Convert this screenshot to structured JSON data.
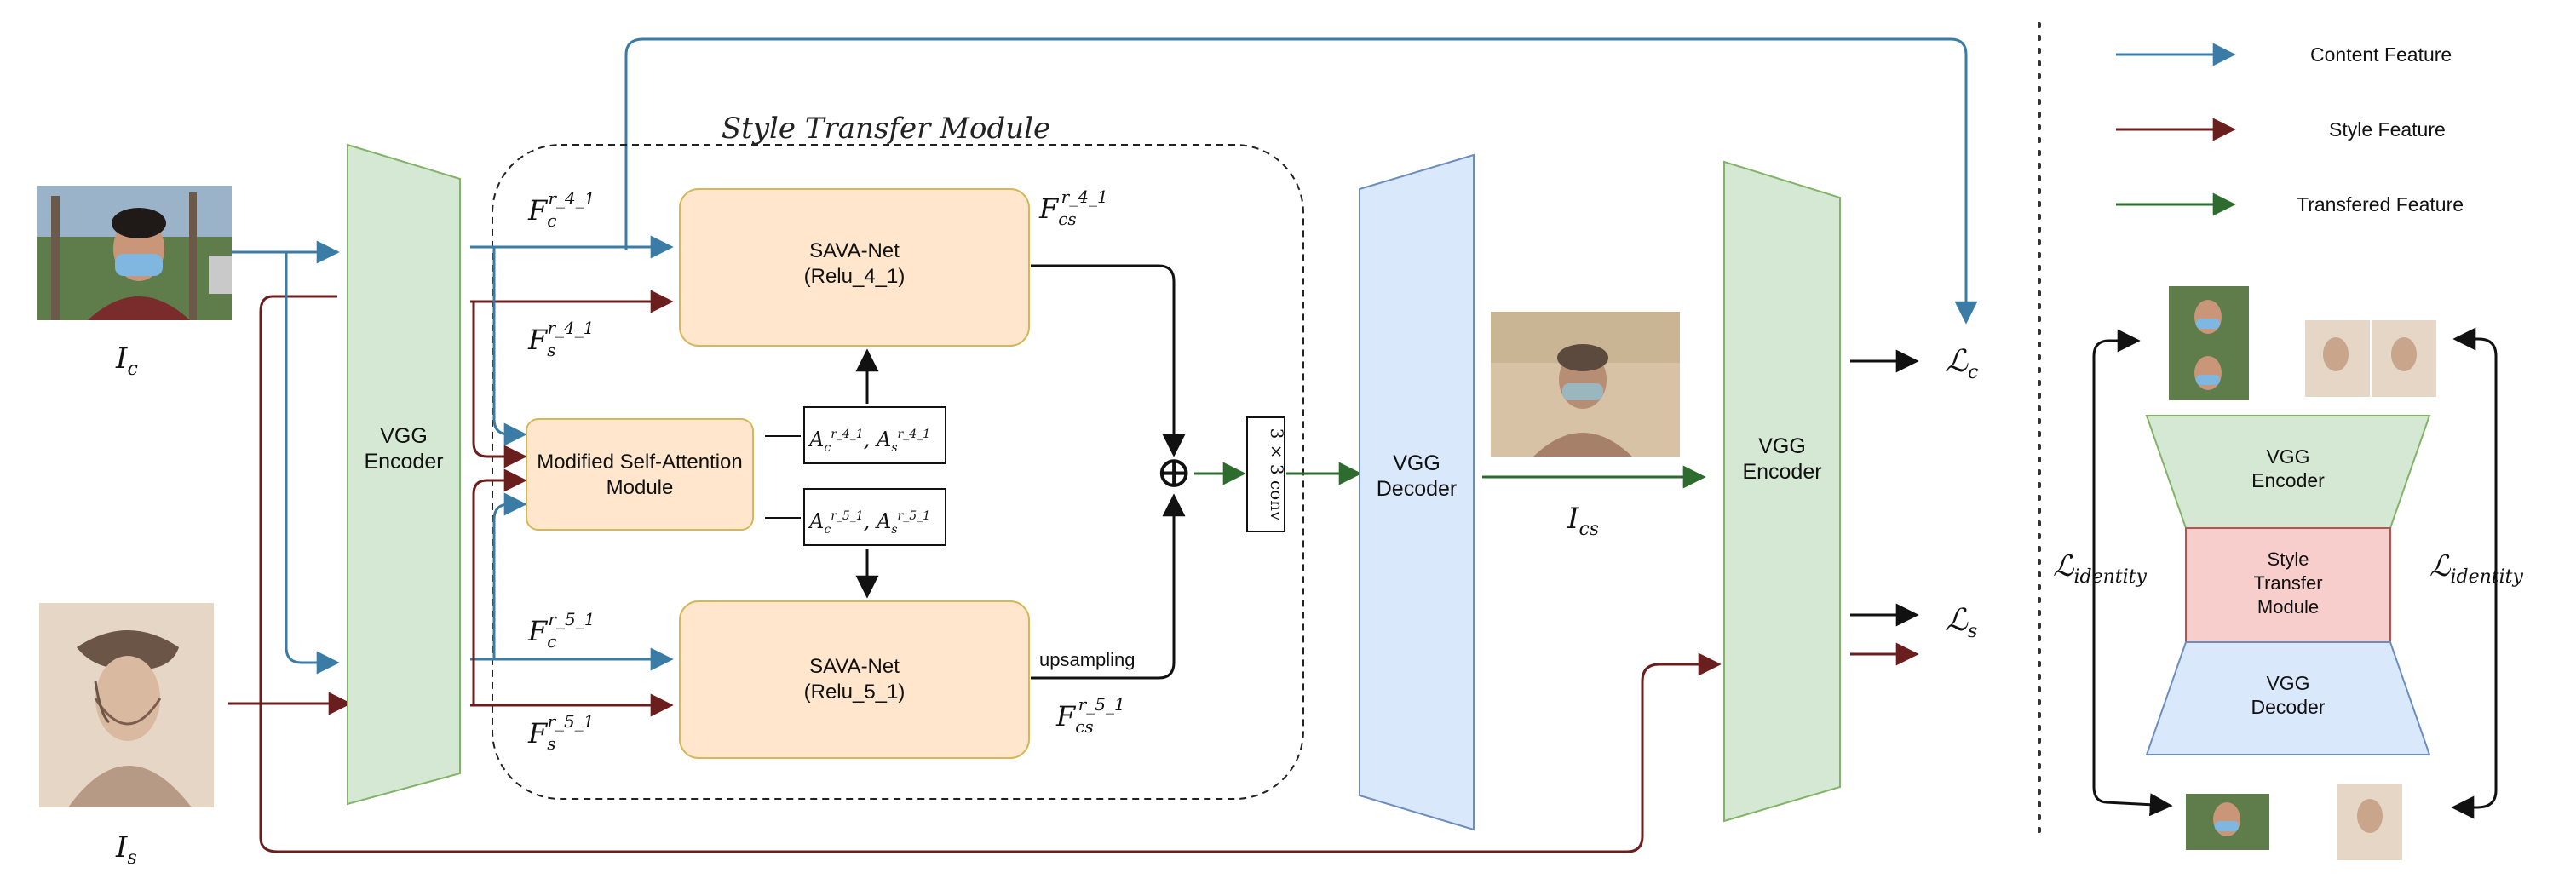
{
  "module_title": "Style Transfer Module",
  "inputs": {
    "content_label": "I",
    "content_sub": "c",
    "style_label": "I",
    "style_sub": "s"
  },
  "encoder1": {
    "line1": "VGG",
    "line2": "Encoder"
  },
  "features": {
    "fc41": {
      "base": "F",
      "sub": "c",
      "sup": "r_4_1"
    },
    "fs41": {
      "base": "F",
      "sub": "s",
      "sup": "r_4_1"
    },
    "fc51": {
      "base": "F",
      "sub": "c",
      "sup": "r_5_1"
    },
    "fs51": {
      "base": "F",
      "sub": "s",
      "sup": "r_5_1"
    },
    "fcs41": {
      "base": "F",
      "sub": "cs",
      "sup": "r_4_1"
    },
    "fcs51": {
      "base": "F",
      "sub": "cs",
      "sup": "r_5_1"
    }
  },
  "sava_top": {
    "line1": "SAVA-Net",
    "line2": "(Relu_4_1)"
  },
  "sava_bottom": {
    "line1": "SAVA-Net",
    "line2": "(Relu_5_1)"
  },
  "msa": {
    "line1": "Modified Self-Attention",
    "line2": "Module"
  },
  "attn_maps": {
    "a41": {
      "text": "A",
      "sub1": "c",
      "sup1": "r_4_1",
      "sep": ", ",
      "sub2": "s",
      "sup2": "r_4_1"
    },
    "a51": {
      "text": "A",
      "sub1": "c",
      "sup1": "r_5_1",
      "sep": ", ",
      "sub2": "s",
      "sup2": "r_5_1"
    }
  },
  "upsampling_label": "upsampling",
  "plus_symbol": "⊕",
  "conv_label": "3 × 3 conv",
  "decoder": {
    "line1": "VGG",
    "line2": "Decoder"
  },
  "output_label": {
    "base": "I",
    "sub": "cs"
  },
  "encoder2": {
    "line1": "VGG",
    "line2": "Encoder"
  },
  "losses": {
    "content": {
      "base": "ℒ",
      "sub": "c"
    },
    "style": {
      "base": "ℒ",
      "sub": "s"
    },
    "identity_left": {
      "base": "ℒ",
      "sub": "identity"
    },
    "identity_right": {
      "base": "ℒ",
      "sub": "identity"
    }
  },
  "legend": [
    {
      "label": "Content Feature",
      "color": "#3a7ca5"
    },
    {
      "label": "Style Feature",
      "color": "#6b1e1e"
    },
    {
      "label": "Transfered Feature",
      "color": "#2e6b2e"
    }
  ],
  "mini": {
    "encoder": {
      "line1": "VGG",
      "line2": "Encoder"
    },
    "stm": {
      "line1": "Style",
      "line2": "Transfer",
      "line3": "Module"
    },
    "decoder": {
      "line1": "VGG",
      "line2": "Decoder"
    }
  },
  "colors": {
    "content": "#3a7ca5",
    "style": "#6b1e1e",
    "transfer": "#2e6b2e",
    "encoder_fill": "#d5e8d4",
    "encoder_stroke": "#82b366",
    "decoder_fill": "#dae8fc",
    "decoder_stroke": "#6c8ebf",
    "sava_fill": "#ffe6cc",
    "sava_stroke": "#d6b656",
    "stm_fill": "#f8cecc",
    "stm_stroke": "#b85450"
  }
}
